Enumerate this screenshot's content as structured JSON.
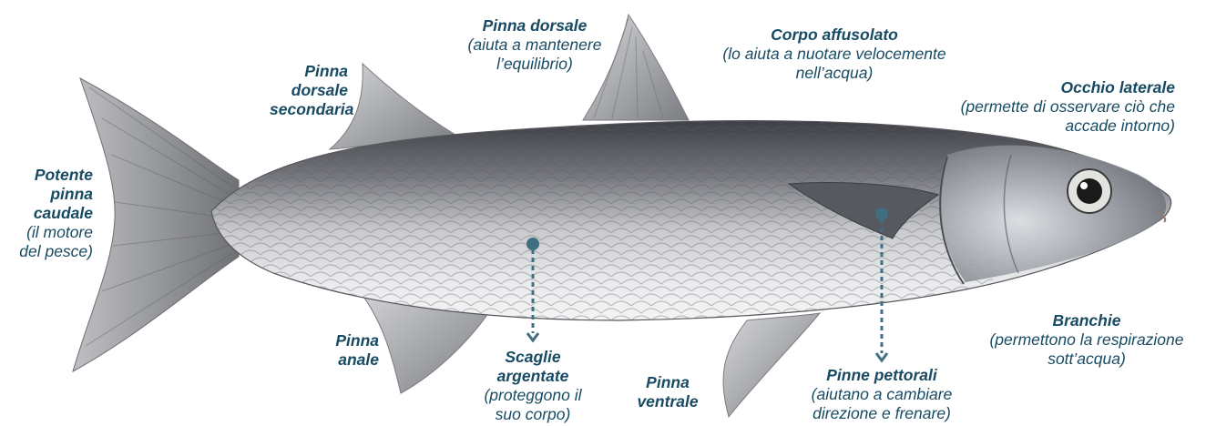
{
  "labels": {
    "dorsal": {
      "title": "Pinna dorsale",
      "desc": "(aiuta a mantenere l’equilibrio)"
    },
    "body": {
      "title": "Corpo affusolato",
      "desc": "(lo aiuta a nuotare velocemente nell’acqua)"
    },
    "secondary_dorsal": {
      "title": "Pinna dorsale secondaria"
    },
    "eye": {
      "title": "Occhio laterale",
      "desc": "(permette di osservare ciò che accade intorno)"
    },
    "caudal": {
      "title": "Potente pinna caudale",
      "desc": "(il motore del pesce)"
    },
    "gills": {
      "title": "Branchie",
      "desc": "(permettono la respirazione sott’acqua)"
    },
    "anal": {
      "title": "Pinna anale"
    },
    "scales": {
      "title": "Scaglie argentate",
      "desc": "(proteggono il suo corpo)"
    },
    "ventral": {
      "title": "Pinna ventrale"
    },
    "pectoral": {
      "title": "Pinne pettorali",
      "desc": "(aiutano a cambiare direzione e frenare)"
    }
  },
  "colors": {
    "label": "#184b63",
    "pointer": "#3f6f80",
    "body_light": "#e7e8ea",
    "body_dark": "#4a4c52",
    "fin": "#9a9ca0"
  }
}
